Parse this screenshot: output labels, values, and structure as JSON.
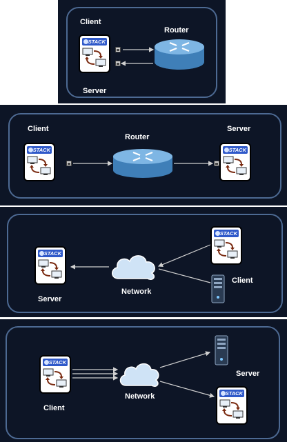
{
  "panels": [
    {
      "labels": {
        "client": "Client",
        "router": "Router",
        "server": "Server"
      },
      "estack_label": "eSTACK"
    },
    {
      "labels": {
        "client": "Client",
        "router": "Router",
        "server": "Server"
      },
      "estack_label": "eSTACK"
    },
    {
      "labels": {
        "server": "Server",
        "network": "Network",
        "client": "Client"
      },
      "estack_label": "eSTACK"
    },
    {
      "labels": {
        "server": "Server",
        "network": "Network",
        "client": "Client"
      },
      "estack_label": "eSTACK"
    }
  ],
  "colors": {
    "panel_background": "#0d1526",
    "panel_border": "#4d6a93",
    "estack_header": "#2f59c9",
    "router_body": "#5d9fd4",
    "cloud": "#cfe3f6",
    "label_text": "#ffffff"
  },
  "icons": [
    "estack-node-icon",
    "router-icon",
    "cloud-icon",
    "server-tower-icon",
    "network-port-icon"
  ]
}
